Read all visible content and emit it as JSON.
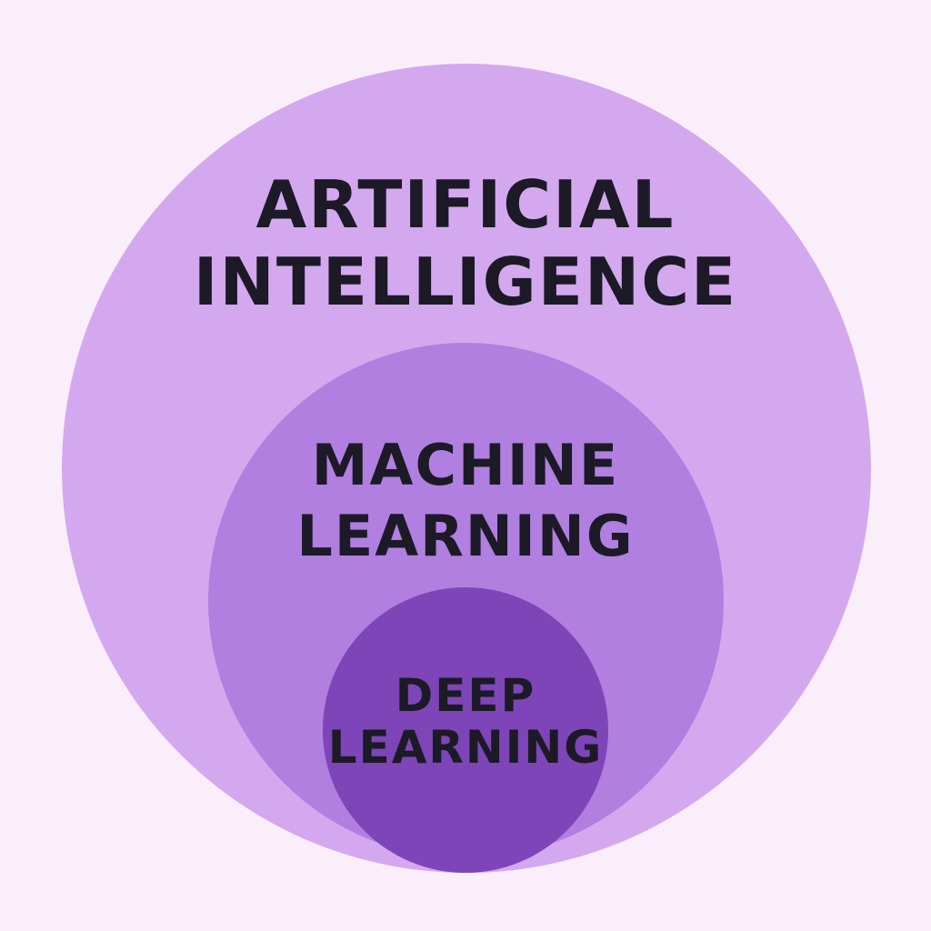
{
  "colors": {
    "background": "#fbeefb",
    "artificial_intelligence": "#d4a8ef",
    "machine_learning": "#b07fe0",
    "deep_learning": "#7d45b8",
    "text": "#1c1a26"
  },
  "circles": {
    "artificial_intelligence": {
      "line1": "ARTIFICIAL",
      "line2": "INTELLIGENCE"
    },
    "machine_learning": {
      "line1": "MACHINE",
      "line2": "LEARNING"
    },
    "deep_learning": {
      "line1": "DEEP",
      "line2": "LEARNING"
    }
  }
}
